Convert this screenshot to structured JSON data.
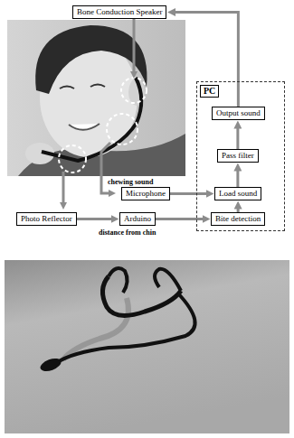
{
  "diagram": {
    "nodes": [
      {
        "text": [
          "Bone Conduction Speaker"
        ]
      },
      {
        "text": [
          "PC"
        ]
      },
      {
        "text": [
          "Output sound"
        ],
        "in": 1
      },
      {
        "text": [
          "Pass filter"
        ],
        "in": 1
      },
      {
        "text": [
          "Load sound"
        ],
        "in": 1
      },
      {
        "text": [
          "Bite detection"
        ],
        "in": 1
      },
      {
        "text": [
          "Microphone"
        ]
      },
      {
        "text": [
          "Photo Reflector"
        ]
      },
      {
        "text": [
          "Arduino"
        ]
      }
    ],
    "edges": [
      {
        "from": 2,
        "to": 0,
        "arrow": "to"
      },
      {
        "from": 3,
        "to": 2,
        "arrow": "to"
      },
      {
        "from": 4,
        "to": 3,
        "arrow": "to"
      },
      {
        "from": 5,
        "to": 4,
        "arrow": "to"
      },
      {
        "from": 6,
        "to": 4,
        "arrow": "to"
      },
      {
        "from": 7,
        "to": 8,
        "label": "distance from chin",
        "arrow": "to"
      },
      {
        "from": 8,
        "to": 5,
        "arrow": "to"
      }
    ],
    "labels": [
      "chewing sound"
    ]
  }
}
